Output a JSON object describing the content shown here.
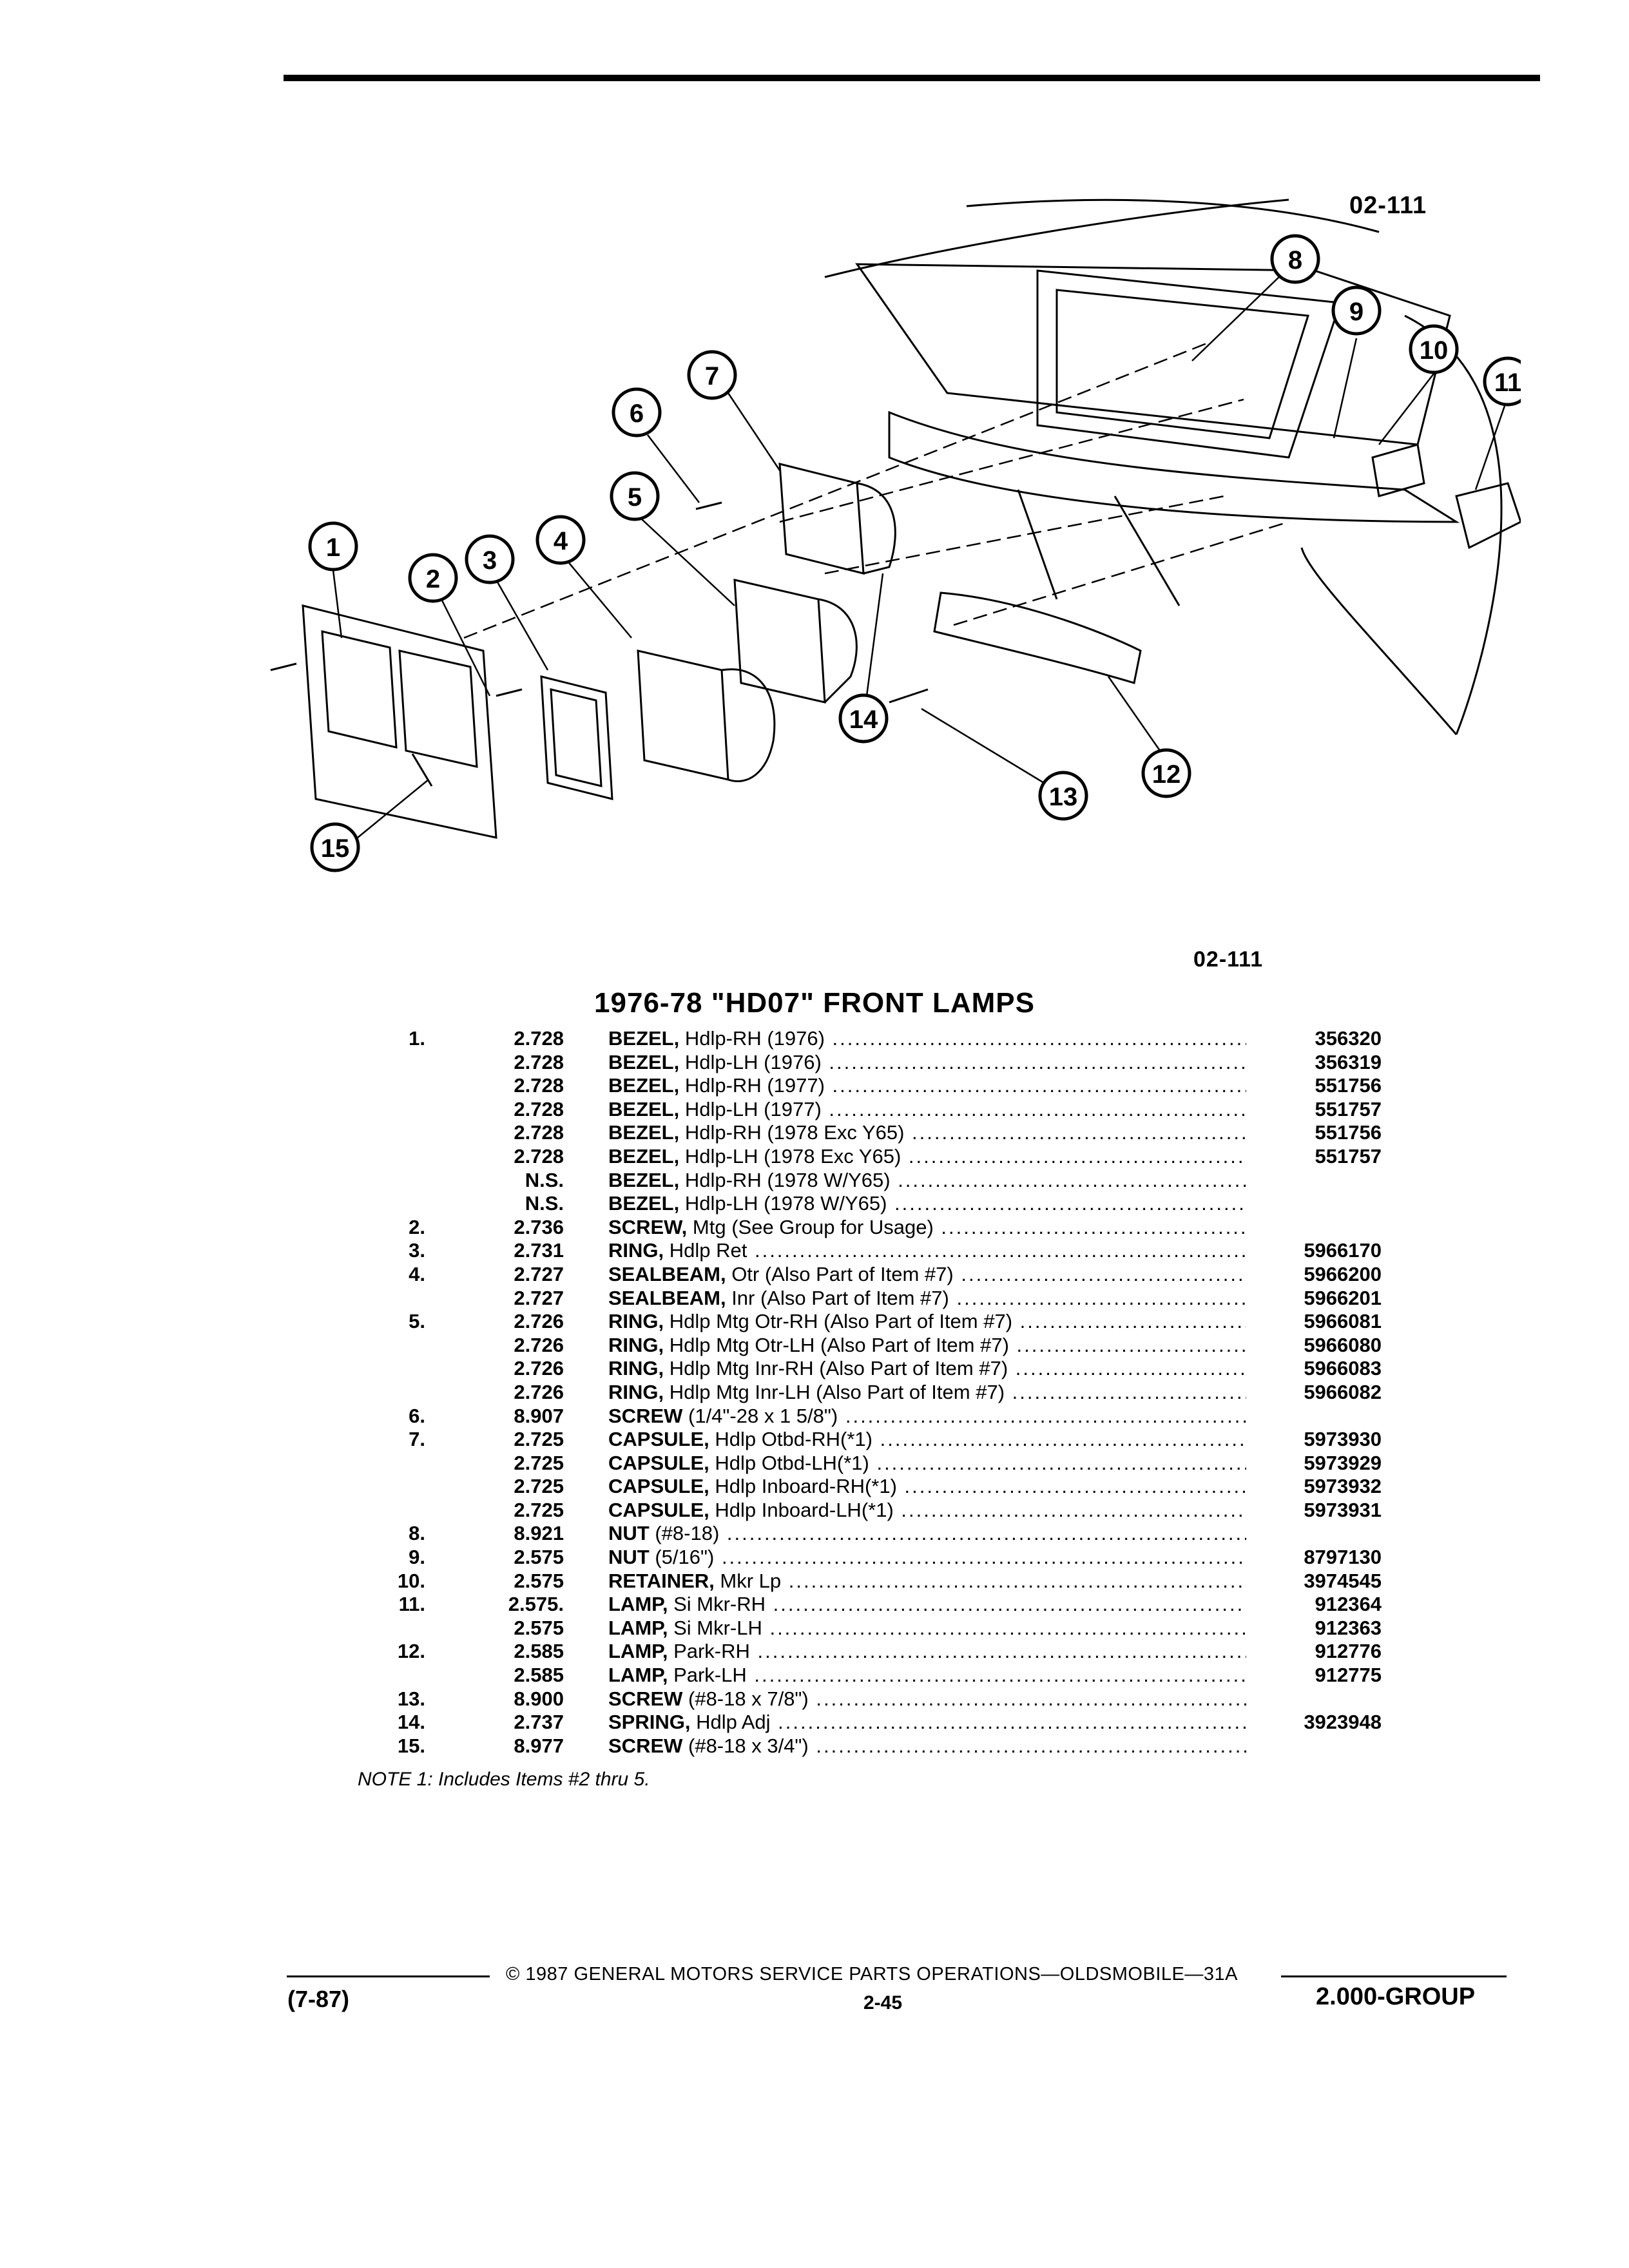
{
  "figure_code_top": "02-111",
  "figure_code_bottom": "02-111",
  "callouts": [
    "1",
    "2",
    "3",
    "4",
    "5",
    "6",
    "7",
    "8",
    "9",
    "10",
    "11",
    "12",
    "13",
    "14",
    "15"
  ],
  "title": "1976-78 \"HD07\" FRONT LAMPS",
  "parts": [
    {
      "item": "1.",
      "group": "2.728",
      "lead": "BEZEL,",
      "rest": " Hdlp-RH (1976)",
      "part": "356320"
    },
    {
      "item": "",
      "group": "2.728",
      "lead": "BEZEL,",
      "rest": " Hdlp-LH (1976)",
      "part": "356319"
    },
    {
      "item": "",
      "group": "2.728",
      "lead": "BEZEL,",
      "rest": " Hdlp-RH (1977)",
      "part": "551756"
    },
    {
      "item": "",
      "group": "2.728",
      "lead": "BEZEL,",
      "rest": " Hdlp-LH (1977)",
      "part": "551757"
    },
    {
      "item": "",
      "group": "2.728",
      "lead": "BEZEL,",
      "rest": " Hdlp-RH (1978 Exc Y65)",
      "part": "551756"
    },
    {
      "item": "",
      "group": "2.728",
      "lead": "BEZEL,",
      "rest": " Hdlp-LH (1978 Exc Y65)",
      "part": "551757"
    },
    {
      "item": "",
      "group": "N.S.",
      "lead": "BEZEL,",
      "rest": " Hdlp-RH (1978 W/Y65)",
      "part": ""
    },
    {
      "item": "",
      "group": "N.S.",
      "lead": "BEZEL,",
      "rest": " Hdlp-LH (1978 W/Y65)",
      "part": ""
    },
    {
      "item": "2.",
      "group": "2.736",
      "lead": "SCREW,",
      "rest": " Mtg (See Group for Usage)",
      "part": ""
    },
    {
      "item": "3.",
      "group": "2.731",
      "lead": "RING,",
      "rest": " Hdlp Ret",
      "part": "5966170"
    },
    {
      "item": "4.",
      "group": "2.727",
      "lead": "SEALBEAM,",
      "rest": " Otr (Also Part of Item #7)",
      "part": "5966200"
    },
    {
      "item": "",
      "group": "2.727",
      "lead": "SEALBEAM,",
      "rest": " Inr (Also Part of Item #7)",
      "part": "5966201"
    },
    {
      "item": "5.",
      "group": "2.726",
      "lead": "RING,",
      "rest": " Hdlp Mtg Otr-RH (Also Part of Item #7)",
      "part": "5966081"
    },
    {
      "item": "",
      "group": "2.726",
      "lead": "RING,",
      "rest": " Hdlp Mtg Otr-LH (Also Part of Item #7)",
      "part": "5966080"
    },
    {
      "item": "",
      "group": "2.726",
      "lead": "RING,",
      "rest": " Hdlp Mtg Inr-RH (Also Part of Item #7)",
      "part": "5966083"
    },
    {
      "item": "",
      "group": "2.726",
      "lead": "RING,",
      "rest": " Hdlp Mtg Inr-LH (Also Part of Item #7)",
      "part": "5966082"
    },
    {
      "item": "6.",
      "group": "8.907",
      "lead": "SCREW",
      "rest": " (1/4\"-28 x 1 5/8\")",
      "part": ""
    },
    {
      "item": "7.",
      "group": "2.725",
      "lead": "CAPSULE,",
      "rest": " Hdlp Otbd-RH(*1)",
      "part": "5973930"
    },
    {
      "item": "",
      "group": "2.725",
      "lead": "CAPSULE,",
      "rest": " Hdlp Otbd-LH(*1)",
      "part": "5973929"
    },
    {
      "item": "",
      "group": "2.725",
      "lead": "CAPSULE,",
      "rest": " Hdlp Inboard-RH(*1)",
      "part": "5973932"
    },
    {
      "item": "",
      "group": "2.725",
      "lead": "CAPSULE,",
      "rest": " Hdlp Inboard-LH(*1)",
      "part": "5973931"
    },
    {
      "item": "8.",
      "group": "8.921",
      "lead": "NUT",
      "rest": " (#8-18)",
      "part": ""
    },
    {
      "item": "9.",
      "group": "2.575",
      "lead": "NUT",
      "rest": " (5/16\")",
      "part": "8797130"
    },
    {
      "item": "10.",
      "group": "2.575",
      "lead": "RETAINER,",
      "rest": " Mkr Lp",
      "part": "3974545"
    },
    {
      "item": "11.",
      "group": "2.575.",
      "lead": "LAMP,",
      "rest": " Si Mkr-RH",
      "part": "912364"
    },
    {
      "item": "",
      "group": "2.575",
      "lead": "LAMP,",
      "rest": " Si Mkr-LH",
      "part": "912363"
    },
    {
      "item": "12.",
      "group": "2.585",
      "lead": "LAMP,",
      "rest": " Park-RH",
      "part": "912776"
    },
    {
      "item": "",
      "group": "2.585",
      "lead": "LAMP,",
      "rest": " Park-LH",
      "part": "912775"
    },
    {
      "item": "13.",
      "group": "8.900",
      "lead": "SCREW",
      "rest": " (#8-18 x 7/8\")",
      "part": ""
    },
    {
      "item": "14.",
      "group": "2.737",
      "lead": "SPRING,",
      "rest": " Hdlp Adj",
      "part": "3923948"
    },
    {
      "item": "15.",
      "group": "8.977",
      "lead": "SCREW",
      "rest": " (#8-18 x 3/4\")",
      "part": ""
    }
  ],
  "note": "NOTE 1: Includes Items #2 thru 5.",
  "footer": {
    "copyright": "© 1987 GENERAL MOTORS SERVICE PARTS OPERATIONS—OLDSMOBILE—31A",
    "revision": "(7-87)",
    "page": "2-45",
    "group": "2.000-GROUP"
  }
}
